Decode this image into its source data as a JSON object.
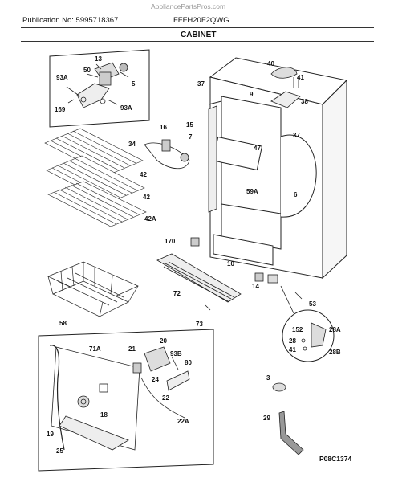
{
  "header": {
    "watermark": "AppliancePartsPros.com",
    "publication": "Publication No: 5995718367",
    "model": "FFFH20F2QWG",
    "section_title": "CABINET"
  },
  "figure_code": "P08C1374",
  "callouts": [
    "13",
    "50",
    "93A",
    "5",
    "169",
    "93A",
    "40",
    "41",
    "37",
    "9",
    "38",
    "16",
    "15",
    "7",
    "37",
    "34",
    "47",
    "42",
    "42",
    "59A",
    "6",
    "42A",
    "170",
    "10",
    "14",
    "72",
    "53",
    "152",
    "28A",
    "73",
    "58",
    "28",
    "41",
    "28B",
    "20",
    "71A",
    "21",
    "93B",
    "80",
    "24",
    "22",
    "18",
    "3",
    "22A",
    "19",
    "29",
    "25"
  ]
}
